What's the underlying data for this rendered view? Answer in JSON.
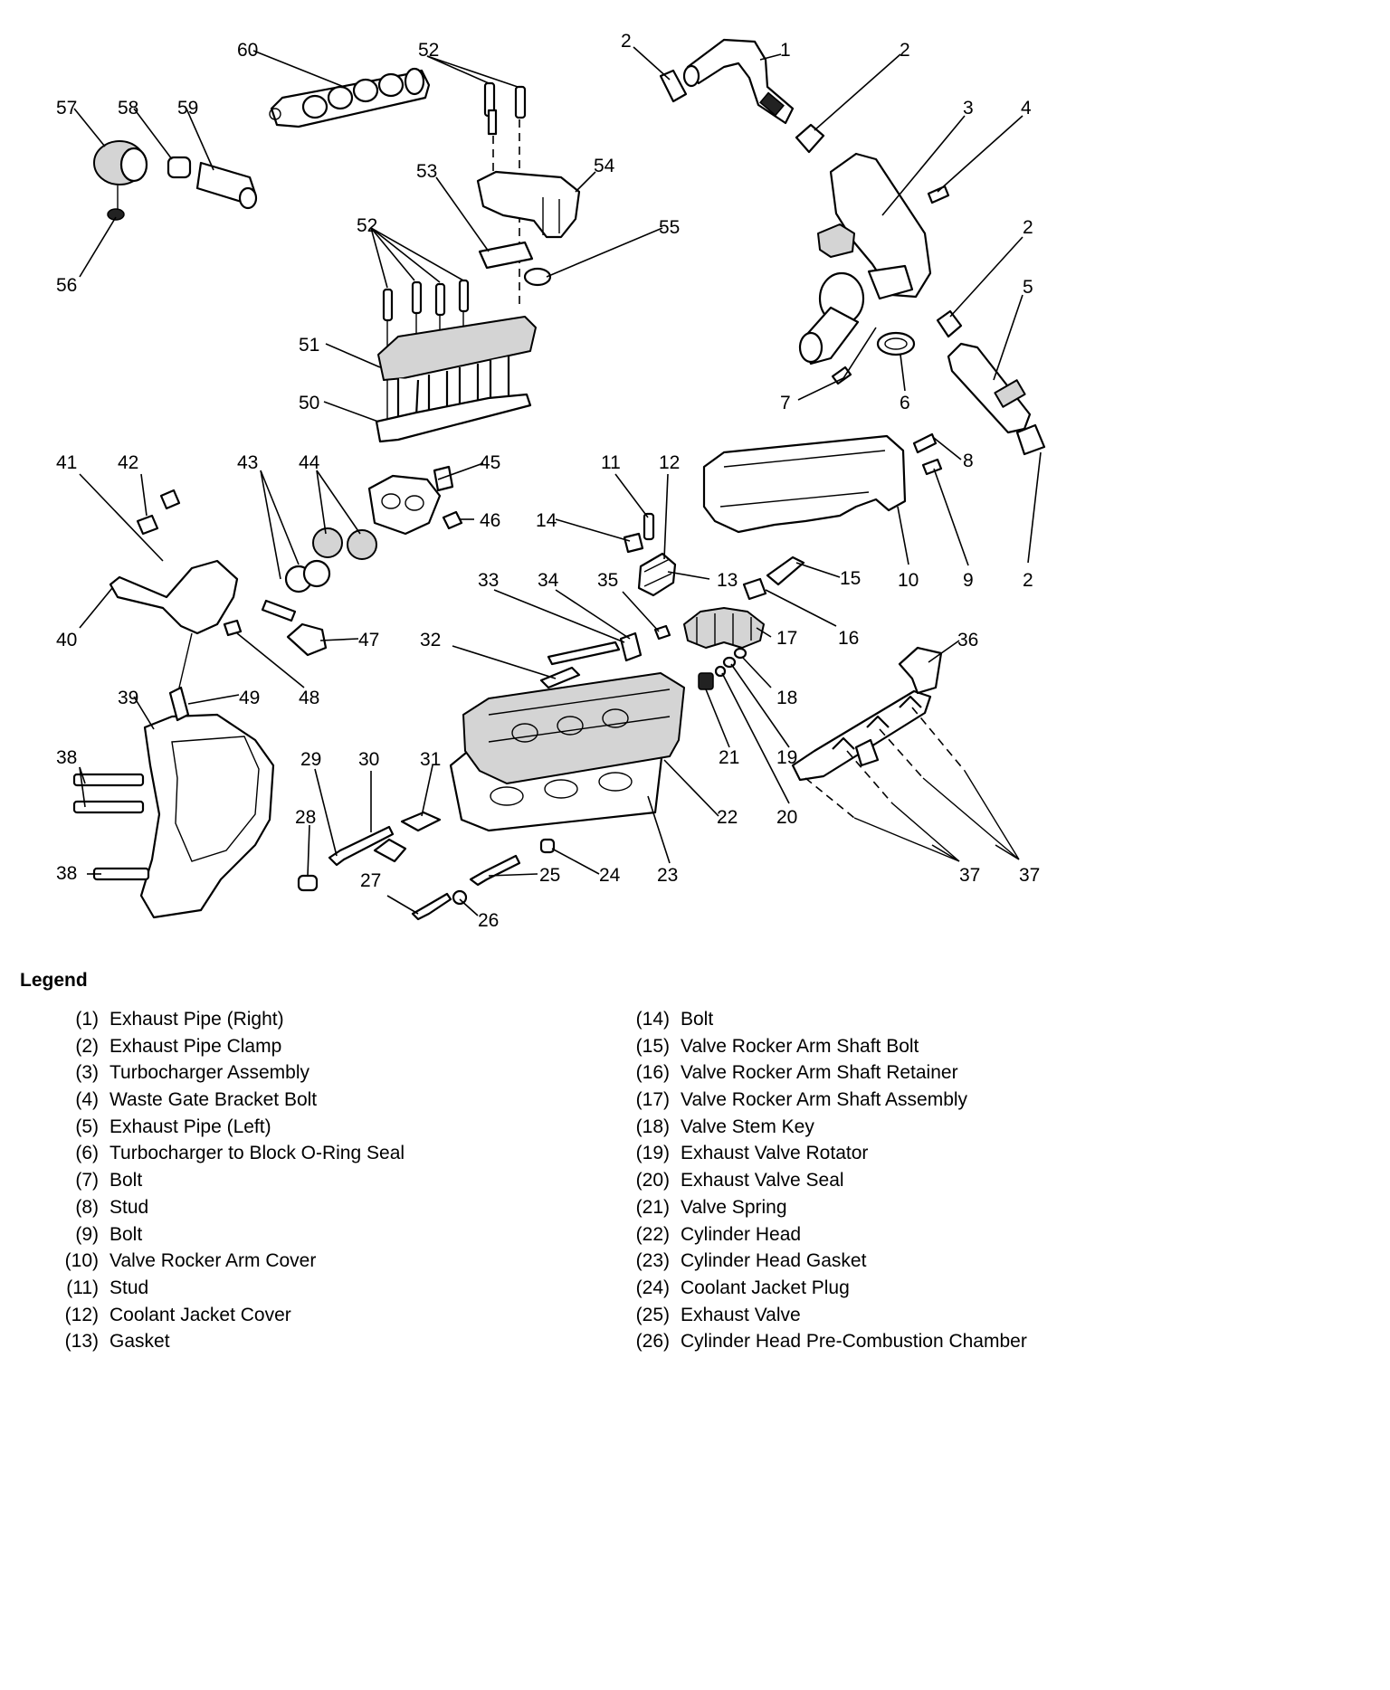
{
  "diagram": {
    "callouts": [
      {
        "id": "c1",
        "text": "1"
      },
      {
        "id": "c2a",
        "text": "2"
      },
      {
        "id": "c2b",
        "text": "2"
      },
      {
        "id": "c2c",
        "text": "2"
      },
      {
        "id": "c2d",
        "text": "2"
      },
      {
        "id": "c3",
        "text": "3"
      },
      {
        "id": "c4",
        "text": "4"
      },
      {
        "id": "c5",
        "text": "5"
      },
      {
        "id": "c6",
        "text": "6"
      },
      {
        "id": "c7",
        "text": "7"
      },
      {
        "id": "c8",
        "text": "8"
      },
      {
        "id": "c9",
        "text": "9"
      },
      {
        "id": "c10",
        "text": "10"
      },
      {
        "id": "c11",
        "text": "11"
      },
      {
        "id": "c12",
        "text": "12"
      },
      {
        "id": "c13",
        "text": "13"
      },
      {
        "id": "c14",
        "text": "14"
      },
      {
        "id": "c15",
        "text": "15"
      },
      {
        "id": "c16",
        "text": "16"
      },
      {
        "id": "c17",
        "text": "17"
      },
      {
        "id": "c18",
        "text": "18"
      },
      {
        "id": "c19",
        "text": "19"
      },
      {
        "id": "c20",
        "text": "20"
      },
      {
        "id": "c21",
        "text": "21"
      },
      {
        "id": "c22",
        "text": "22"
      },
      {
        "id": "c23",
        "text": "23"
      },
      {
        "id": "c24",
        "text": "24"
      },
      {
        "id": "c25",
        "text": "25"
      },
      {
        "id": "c26",
        "text": "26"
      },
      {
        "id": "c27",
        "text": "27"
      },
      {
        "id": "c28",
        "text": "28"
      },
      {
        "id": "c29",
        "text": "29"
      },
      {
        "id": "c30",
        "text": "30"
      },
      {
        "id": "c31",
        "text": "31"
      },
      {
        "id": "c32",
        "text": "32"
      },
      {
        "id": "c33",
        "text": "33"
      },
      {
        "id": "c34",
        "text": "34"
      },
      {
        "id": "c35",
        "text": "35"
      },
      {
        "id": "c36",
        "text": "36"
      },
      {
        "id": "c37a",
        "text": "37"
      },
      {
        "id": "c37b",
        "text": "37"
      },
      {
        "id": "c38a",
        "text": "38"
      },
      {
        "id": "c38b",
        "text": "38"
      },
      {
        "id": "c39",
        "text": "39"
      },
      {
        "id": "c40",
        "text": "40"
      },
      {
        "id": "c41",
        "text": "41"
      },
      {
        "id": "c42",
        "text": "42"
      },
      {
        "id": "c43",
        "text": "43"
      },
      {
        "id": "c44",
        "text": "44"
      },
      {
        "id": "c45",
        "text": "45"
      },
      {
        "id": "c46",
        "text": "46"
      },
      {
        "id": "c47",
        "text": "47"
      },
      {
        "id": "c48",
        "text": "48"
      },
      {
        "id": "c49",
        "text": "49"
      },
      {
        "id": "c50",
        "text": "50"
      },
      {
        "id": "c51",
        "text": "51"
      },
      {
        "id": "c52a",
        "text": "52"
      },
      {
        "id": "c52b",
        "text": "52"
      },
      {
        "id": "c53",
        "text": "53"
      },
      {
        "id": "c54",
        "text": "54"
      },
      {
        "id": "c55",
        "text": "55"
      },
      {
        "id": "c56",
        "text": "56"
      },
      {
        "id": "c57",
        "text": "57"
      },
      {
        "id": "c58",
        "text": "58"
      },
      {
        "id": "c59",
        "text": "59"
      },
      {
        "id": "c60",
        "text": "60"
      }
    ]
  },
  "legend": {
    "title": "Legend",
    "col1": [
      {
        "num": "(1)",
        "label": "Exhaust Pipe (Right)"
      },
      {
        "num": "(2)",
        "label": "Exhaust Pipe Clamp"
      },
      {
        "num": "(3)",
        "label": "Turbocharger Assembly"
      },
      {
        "num": "(4)",
        "label": "Waste Gate Bracket Bolt"
      },
      {
        "num": "(5)",
        "label": "Exhaust Pipe (Left)"
      },
      {
        "num": "(6)",
        "label": "Turbocharger to Block O-Ring Seal"
      },
      {
        "num": "(7)",
        "label": "Bolt"
      },
      {
        "num": "(8)",
        "label": "Stud"
      },
      {
        "num": "(9)",
        "label": "Bolt"
      },
      {
        "num": "(10)",
        "label": "Valve Rocker Arm Cover"
      },
      {
        "num": "(11)",
        "label": "Stud"
      },
      {
        "num": "(12)",
        "label": "Coolant Jacket Cover"
      },
      {
        "num": "(13)",
        "label": "Gasket"
      }
    ],
    "col2": [
      {
        "num": "(14)",
        "label": "Bolt"
      },
      {
        "num": "(15)",
        "label": "Valve Rocker Arm Shaft Bolt"
      },
      {
        "num": "(16)",
        "label": "Valve Rocker Arm Shaft Retainer"
      },
      {
        "num": "(17)",
        "label": "Valve Rocker Arm Shaft Assembly"
      },
      {
        "num": "(18)",
        "label": "Valve Stem Key"
      },
      {
        "num": "(19)",
        "label": "Exhaust Valve Rotator"
      },
      {
        "num": "(20)",
        "label": "Exhaust Valve Seal"
      },
      {
        "num": "(21)",
        "label": "Valve Spring"
      },
      {
        "num": "(22)",
        "label": "Cylinder Head"
      },
      {
        "num": "(23)",
        "label": "Cylinder Head Gasket"
      },
      {
        "num": "(24)",
        "label": "Coolant Jacket Plug"
      },
      {
        "num": "(25)",
        "label": "Exhaust Valve"
      },
      {
        "num": "(26)",
        "label": "Cylinder Head Pre-Combustion Chamber"
      }
    ]
  }
}
